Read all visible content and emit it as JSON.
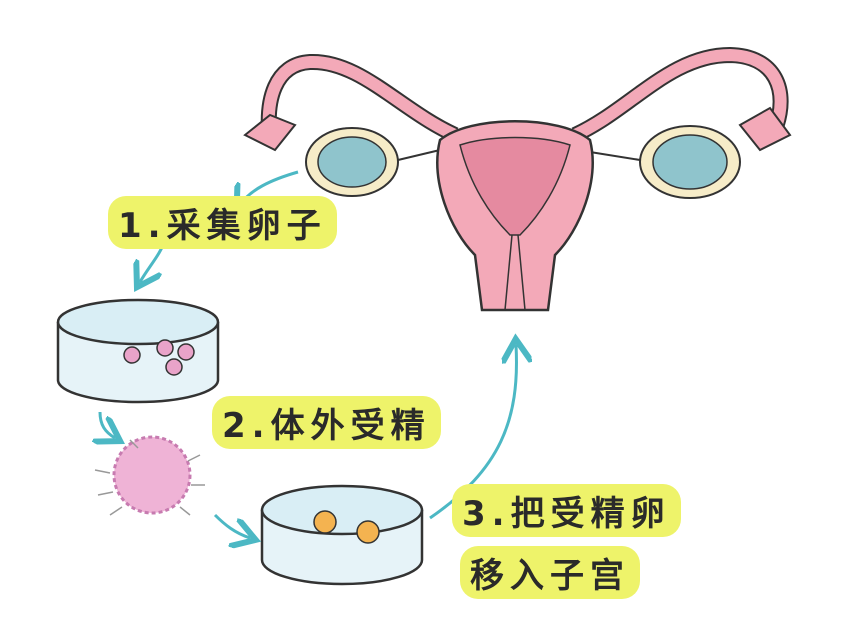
{
  "steps": [
    {
      "label": "1.采集卵子"
    },
    {
      "label": "2.体外受精"
    },
    {
      "label": "3.把受精卵",
      "label2": "移入子宫"
    }
  ],
  "colors": {
    "highlight": "#eef36a",
    "arrow": "#4cb8c4",
    "uterus": "#f3a9b8",
    "uterus_dark": "#e58aa0",
    "ovary": "#8fc4cc",
    "dish": "#d9eef5",
    "egg": "#e9a3c9",
    "embryo": "#f4b350"
  }
}
